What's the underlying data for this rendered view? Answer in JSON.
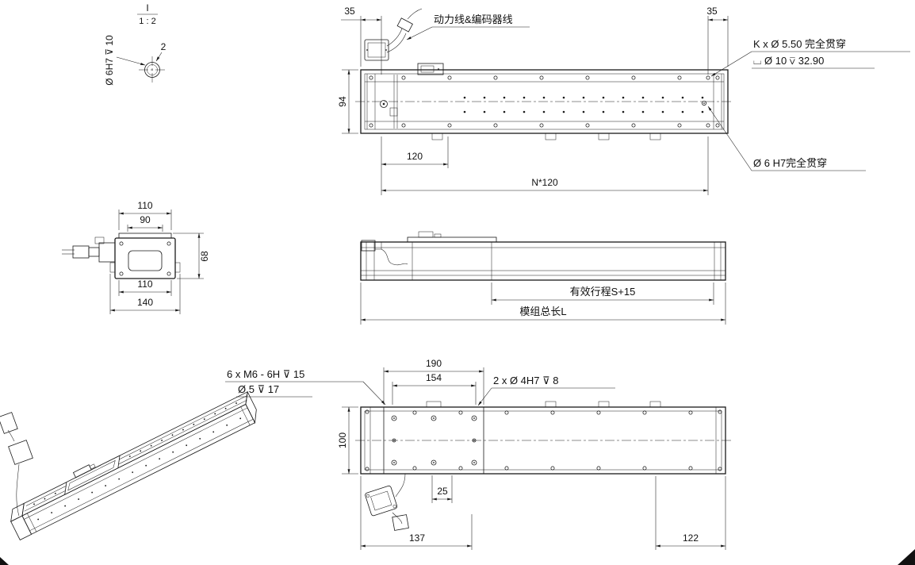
{
  "sheet": {
    "background": "#ffffff",
    "line_color": "#1a1a1a"
  },
  "detail_view": {
    "id_label": "I",
    "scale": "1 : 2",
    "hole_note": "Ø 6H7 ⊽ 10",
    "edge_dim": "2"
  },
  "top_view": {
    "dim_left_margin": "35",
    "dim_right_margin": "35",
    "dim_body_width": "94",
    "dim_hole_pitch": "120",
    "dim_pitch_total": "N*120",
    "cable_note": "动力线&编码器线",
    "mount_hole_note_line1": "K x Ø 5.50 完全贯穿",
    "mount_hole_note_line2": "⌴ Ø 10 ⊽ 32.90",
    "dowel_hole_note": "Ø 6 H7完全贯穿"
  },
  "end_view": {
    "dim_top_width": "110",
    "dim_inner_width": "90",
    "dim_height": "68",
    "dim_bottom_width": "110",
    "dim_overall_width": "140"
  },
  "side_view": {
    "stroke_note": "有效行程S+15",
    "total_length_note": "模组总长L"
  },
  "bottom_view": {
    "dim_plate_length": "190",
    "dim_hole_span": "154",
    "dim_body_width": "100",
    "dim_offset": "25",
    "dim_left_span": "137",
    "dim_right_span": "122",
    "thread_note_line1": "6 x M6 - 6H ⊽ 15",
    "thread_note_line2": "Ø 5 ⊽ 17",
    "dowel_note": "2 x Ø 4H7 ⊽ 8"
  }
}
